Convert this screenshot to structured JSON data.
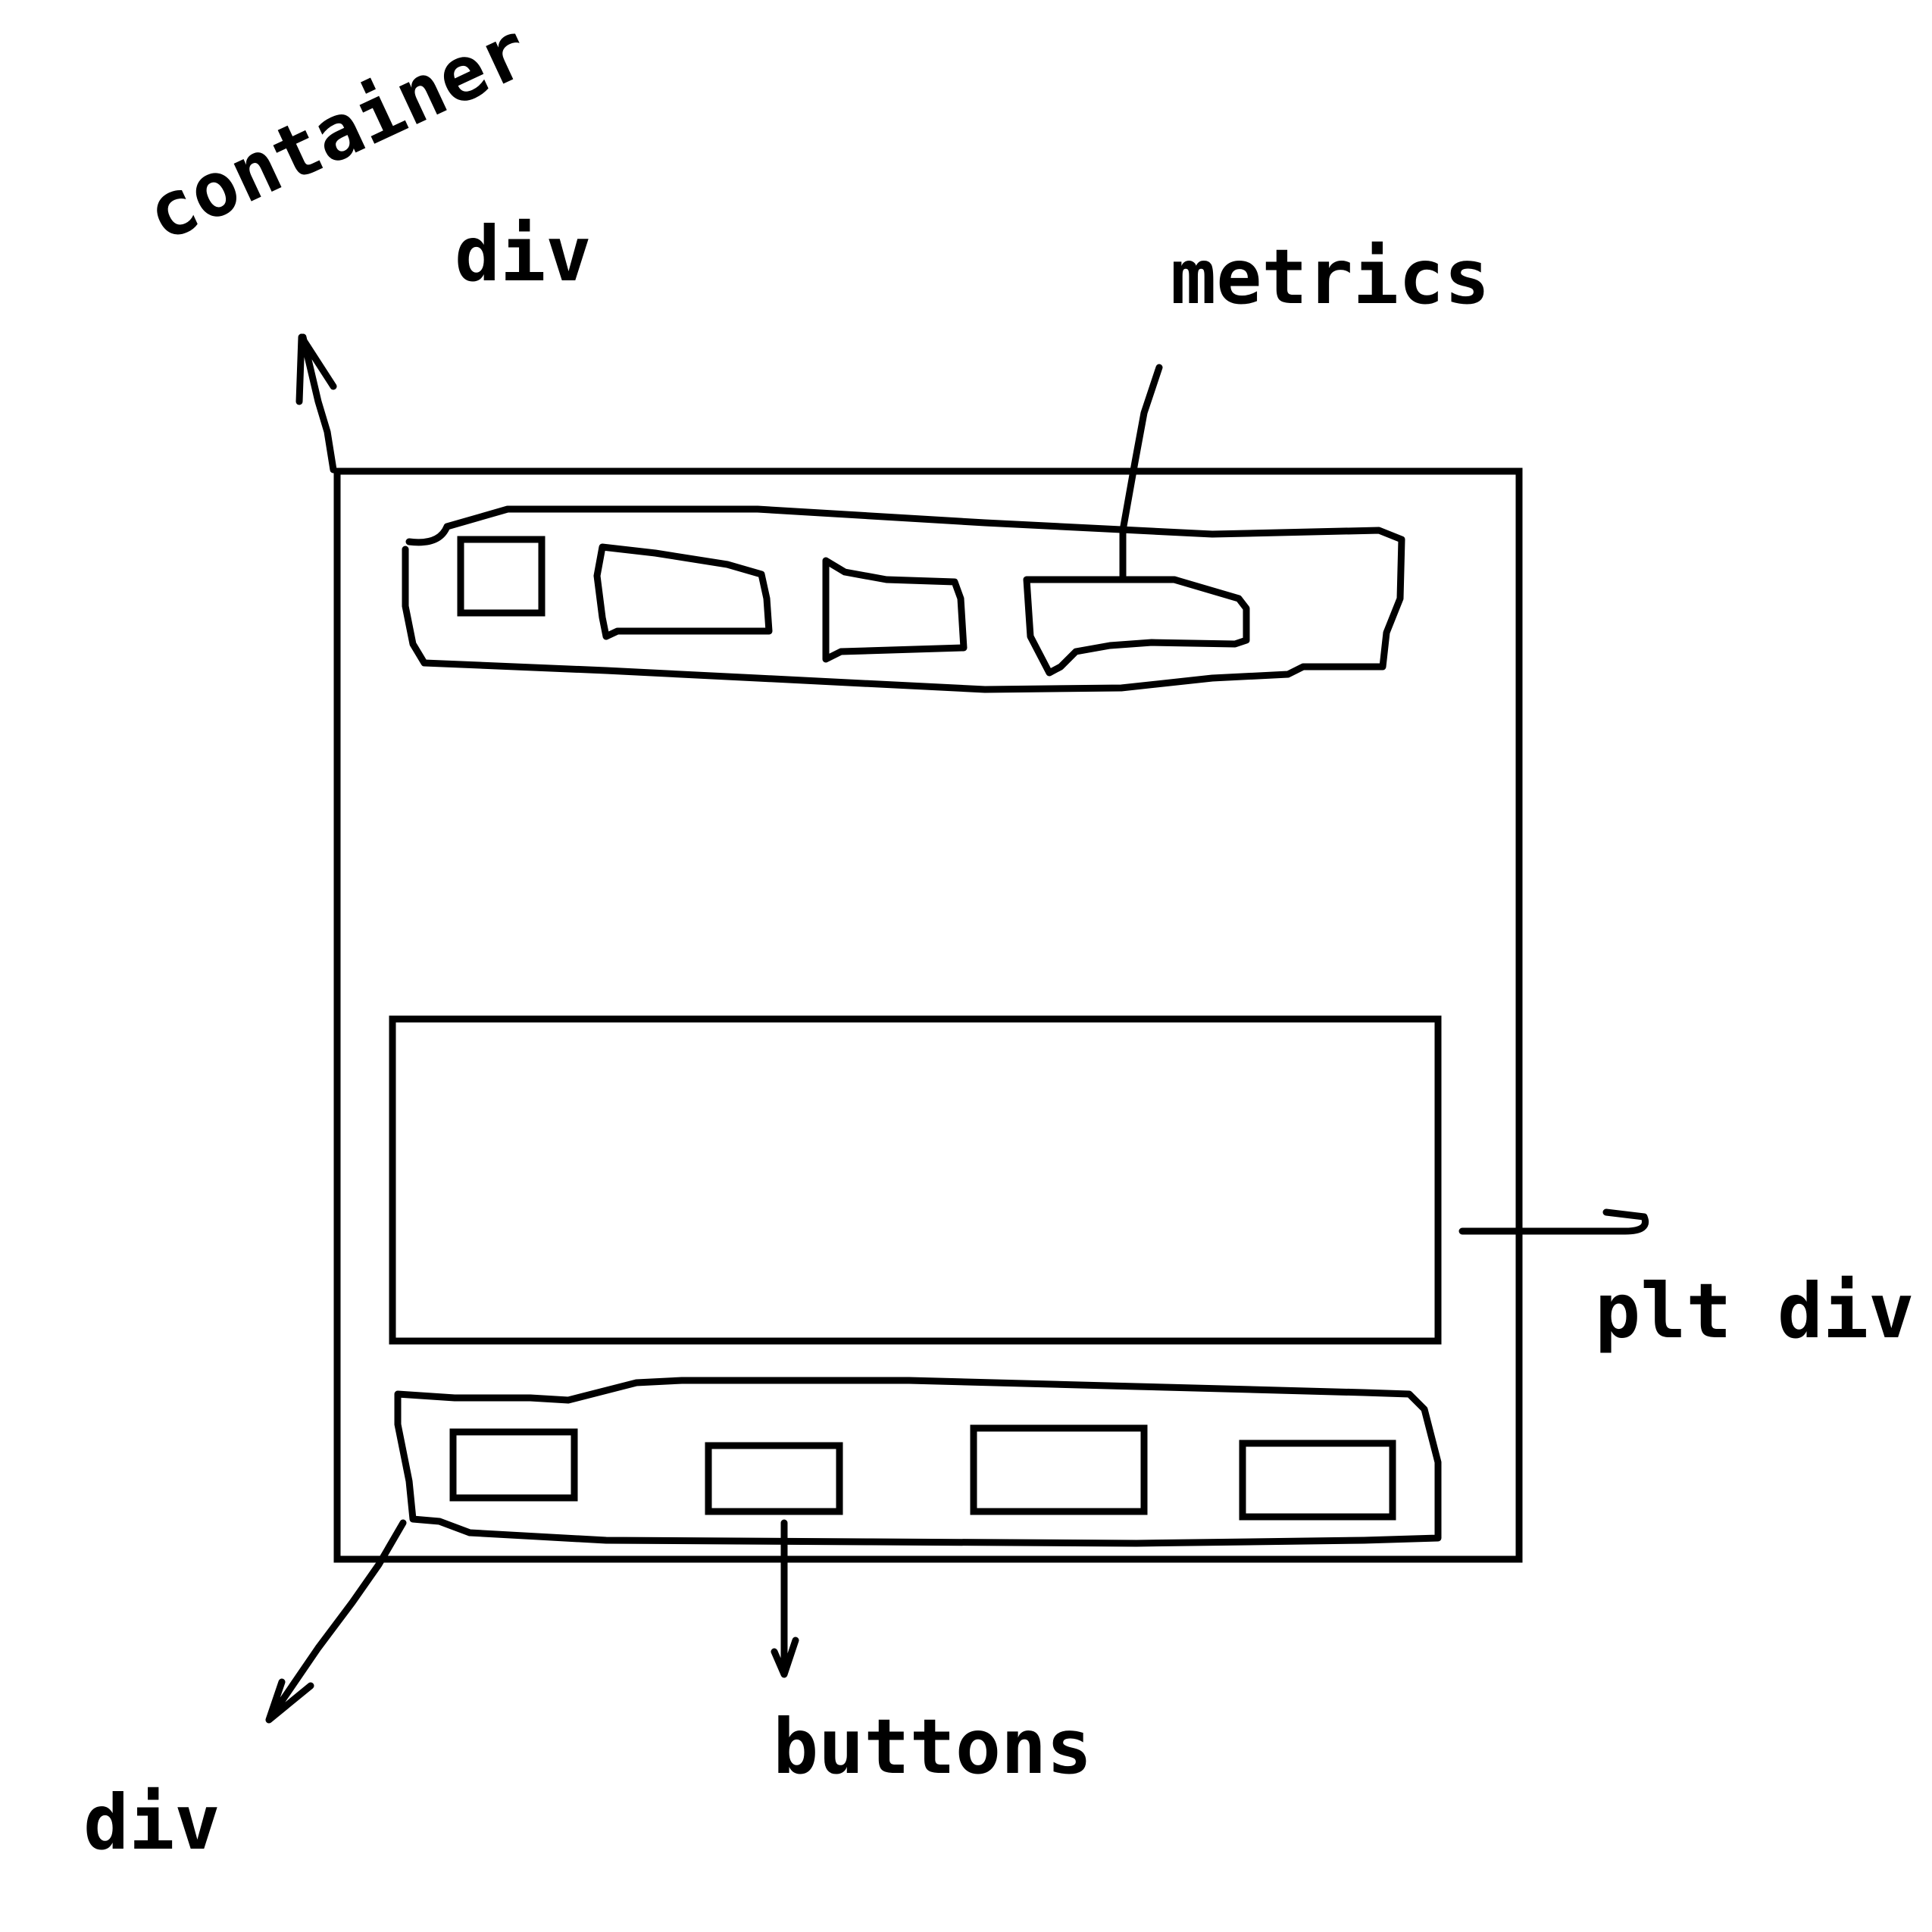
{
  "labels": {
    "container": "container",
    "container_div": "div",
    "metrics": "metrics",
    "plot_div": "plt div",
    "bottom_div": "div",
    "buttons": "buttons"
  },
  "metrics_count": 4,
  "buttons_count": 4,
  "colors": {
    "ink": "#000000",
    "paper": "#ffffff"
  }
}
